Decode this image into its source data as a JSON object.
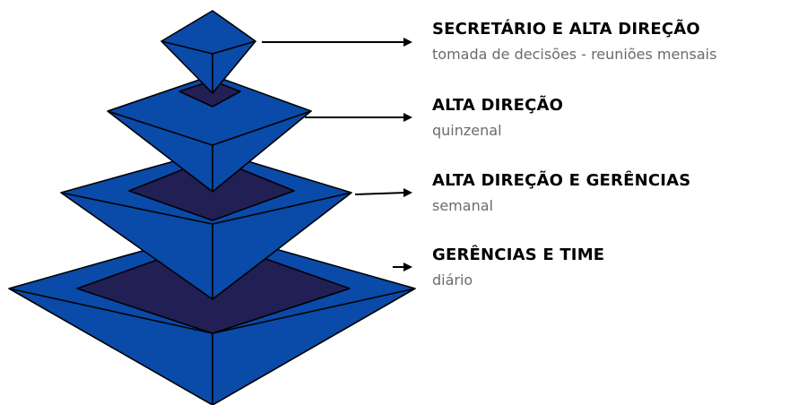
{
  "colors": {
    "face": "#0a4aa8",
    "inset": "#221f55",
    "outline": "#000000",
    "title": "#000000",
    "subtitle": "#6b6b6b"
  },
  "levels": [
    {
      "title": "SECRETÁRIO E ALTA DIREÇÃO",
      "subtitle": "tomada de decisões - reuniões mensais"
    },
    {
      "title": "ALTA DIREÇÃO",
      "subtitle": "quinzenal"
    },
    {
      "title": "ALTA DIREÇÃO E GERÊNCIAS",
      "subtitle": "semanal"
    },
    {
      "title": "GERÊNCIAS E TIME",
      "subtitle": "diário"
    }
  ]
}
